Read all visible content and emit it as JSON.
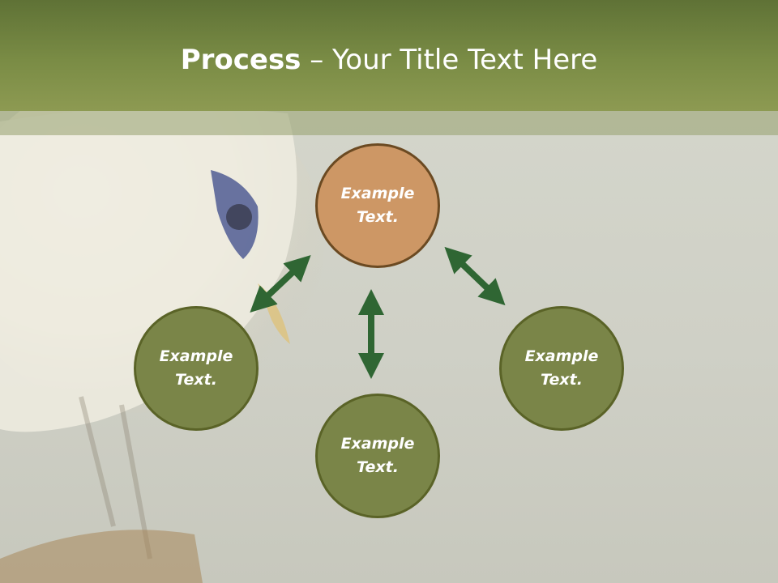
{
  "title": {
    "bold": "Process",
    "rest": " – Your Title Text Here"
  },
  "nodes": [
    {
      "name": "top",
      "label": "Example Text."
    },
    {
      "name": "left",
      "label": "Example Text."
    },
    {
      "name": "bottom",
      "label": "Example Text."
    },
    {
      "name": "right",
      "label": "Example Text."
    }
  ],
  "colors": {
    "header": "#7a8c45",
    "node_fill": "#7a8548",
    "top_node_fill": "#cd9765",
    "arrow": "#2f6633"
  }
}
